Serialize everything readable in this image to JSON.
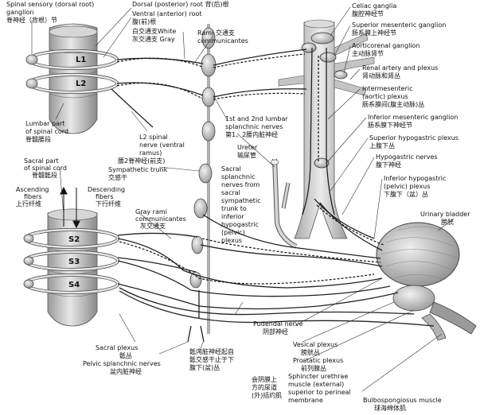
{
  "labels": {
    "spinal_sensory": "Spinal sensory (dorsal root)",
    "ganglion": "ganglion",
    "spinal_sensory_zh": "脊神经（背根）节",
    "dorsal_root": "Dorsal (posterior) root 背(后)根",
    "ventral_root": "Ventral (anterior) root",
    "ventral_root_zh": "腹(前)根",
    "white_zh": "白交通支White",
    "gray_zh": "灰交通支 Gray",
    "rami": "Rami  交通支",
    "communicantes": "communicantes",
    "celiac": "Celiac ganglia",
    "celiac_zh": "腹腔神经节",
    "sup_mes": "Superior mesenteric ganglion",
    "sup_mes_zh": "肠系膜上神经节",
    "aorticorenal": "Aorticorenal ganglion",
    "aorticorenal_zh": "主动脉肾节",
    "renal": "Renal artery and plexus",
    "renal_zh": "肾动脉和肾丛",
    "intermesenteric": "Intermesenteric",
    "intermesenteric2": "(aortic) plexus",
    "intermesenteric_zh": "肠系膜间(腹主动脉)丛",
    "inf_mes": "Inferior mesenteric ganglion",
    "inf_mes_zh": "肠系膜下神经节",
    "lumbar_part": "Lumbar part",
    "lumbar_part2": "of spinal cord",
    "lumbar_part_zh": "脊髓腰段",
    "l2_spinal": "L2 spinal",
    "l2_spinal2": "nerve (ventral",
    "l2_spinal3": "ramus)",
    "l2_spinal_zh": "腰2脊神经(前支)",
    "sympathetic_trunk": "Sympathetic trunk",
    "sympathetic_trunk_zh": "交感干",
    "splanchnic_12": "1st and 2nd lumbar",
    "splanchnic_12b": "splanchnic nerves",
    "splanchnic_12_zh": "第1、2腰内脏神经",
    "ureter": "Ureter",
    "ureter_zh": "输尿管",
    "sacral_splanchnic": [
      "Sacral",
      "splanchnic",
      "nerves from",
      "sacral",
      "sympathetic",
      "trunk to",
      "inferior",
      "hypogastric",
      "(pelvic)",
      "plexus"
    ],
    "sup_hypo": "Superior hypogastric plexus",
    "sup_hypo_zh": "上腹下丛",
    "hypo_nerves": "Hypogastric nerves",
    "hypo_nerves_zh": "腹下神经",
    "inf_hypo": "Inferior hypogastric",
    "inf_hypo2": "(pelvic) plexus",
    "inf_hypo_zh": "下腹下（盆）丛",
    "bladder": "Urinary bladder",
    "bladder_zh": "膀胱",
    "sacral_part": "Sacral part",
    "sacral_part2": "of spinal cord",
    "sacral_part_zh": "脊髓骶段",
    "ascending": "Ascending",
    "ascending2": "fibers",
    "ascending_zh": "上行纤维",
    "descending": "Descending",
    "descending2": "fibers",
    "descending_zh": "下行纤维",
    "gray_rami": "Gray rami",
    "gray_rami2": "communicantes",
    "gray_rami_zh": "灰交通支",
    "l1": "L1",
    "l2": "L2",
    "s2": "S2",
    "s3": "S3",
    "s4": "S4",
    "pudendal": "Pudendal nerve",
    "pudendal_zh": "阴部神经",
    "vesical": "Vesical plexus",
    "vesical_zh": "膀胱丛",
    "prostatic": "Prostatic plexus",
    "prostatic_zh": "前列腺丛",
    "sphincter": "Sphincter urethrae",
    "sphincter2": "muscle (external)",
    "sphincter3": "superior to perineal",
    "sphincter4": "membrane",
    "sphincter_zh": [
      "会阴膜上",
      "方的尿道",
      "(外)括约肌"
    ],
    "sacral_plexus": "Sacral plexus",
    "sacral_plexus_zh": "骶丛",
    "pelvic_splanchnic": "Pelvic splanchnic nerves",
    "pelvic_splanchnic_zh": "盆内脏神经",
    "sacral_zh_note": [
      "骶内脏神经起自",
      "骶交感干止于下",
      "腹下(盆)丛"
    ],
    "bulbo": "Bulbospongiosus muscle",
    "bulbo_zh": "球海绵体肌"
  },
  "colors": {
    "tissue": "#c9c9c9",
    "tissue_dark": "#8d8d8d",
    "nerve": "#222222",
    "background": "#ffffff"
  }
}
